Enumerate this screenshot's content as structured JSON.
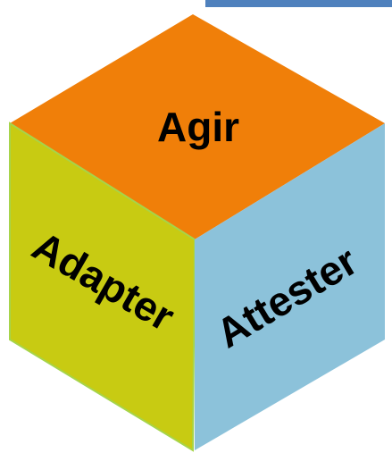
{
  "diagram": {
    "top_bar_color": "#4f81bd",
    "faces": {
      "top": {
        "label": "Agir",
        "color": "#f07f09"
      },
      "left": {
        "label": "Adapter",
        "color": "#c8cb12"
      },
      "right": {
        "label": "Attester",
        "color": "#8cc2da"
      }
    },
    "edge_color": "#a6d44a"
  }
}
